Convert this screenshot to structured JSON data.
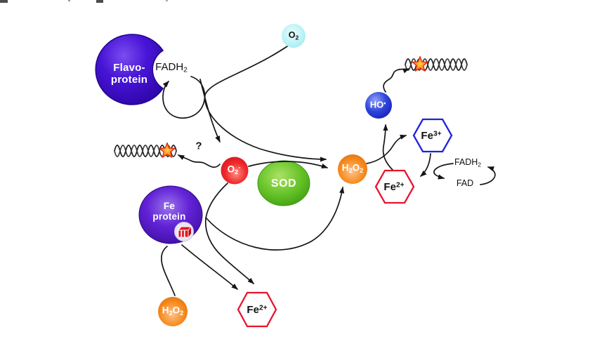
{
  "colors": {
    "flavoprotein_purple": "#3b0ac4",
    "fe_protein_purple": "#5a18c8",
    "o2_cyan": "#b9f3f6",
    "superoxide_red": "#e81c24",
    "sod_green": "#5eb32a",
    "h2o2_orange": "#f5821f",
    "hydroxyl_blue": "#2438d2",
    "ferrous_hex_stroke": "#e8142c",
    "ferric_hex_stroke": "#2020dd",
    "star_orange": "#ff8c1a",
    "arrow_black": "#151515"
  },
  "proteins": {
    "flavoprotein_line1": "Flavo-",
    "flavoprotein_line2": "protein",
    "fe_protein_line1": "Fe",
    "fe_protein_line2": "protein",
    "sod": "SOD"
  },
  "formulas": {
    "o2": {
      "base": "O",
      "sub": "2"
    },
    "superoxide": {
      "base": "O",
      "sub": "2",
      "sup": "-"
    },
    "h2o2": {
      "b1": "H",
      "s1": "2",
      "b2": "O",
      "s2": "2"
    },
    "hydroxyl": {
      "base": "HO",
      "sup": "•"
    },
    "fe3": {
      "base": "Fe",
      "sup": "3+"
    },
    "fe2": {
      "base": "Fe",
      "sup": "2+"
    },
    "fadh2": {
      "base": "FADH",
      "sub": "2"
    },
    "fad": {
      "base": "FAD"
    }
  },
  "annotations": {
    "question_mark": "?"
  }
}
